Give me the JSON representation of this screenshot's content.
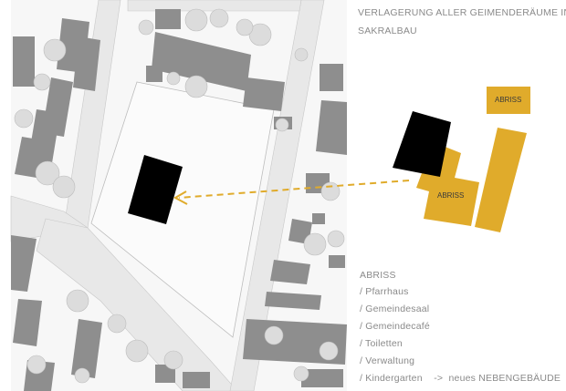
{
  "title": {
    "line1": "VERLAGERUNG ALLER GEIMENDERÄUME IN DEN",
    "line2": "SAKRALBAU"
  },
  "labels": {
    "abriss_small": "ABRISS",
    "abriss_large": "ABRISS"
  },
  "legend": {
    "heading": "ABRISS",
    "items": [
      "/ Pfarrhaus",
      "/ Gemeindesaal",
      "/ Gemeindecafé",
      "/ Toiletten",
      "/ Verwaltung",
      "/ Kindergarten    ->  neues NEBENGEBÄUDE"
    ]
  },
  "colors": {
    "background": "#ffffff",
    "street": "#e8e8e8",
    "block": "#f4f4f4",
    "building": "#8c8c8c",
    "tree": "#dcdcdc",
    "new_building": "#000000",
    "demolition": "#e0ab2b",
    "arrow": "#e0ab2b",
    "text": "#8a8a8a"
  }
}
